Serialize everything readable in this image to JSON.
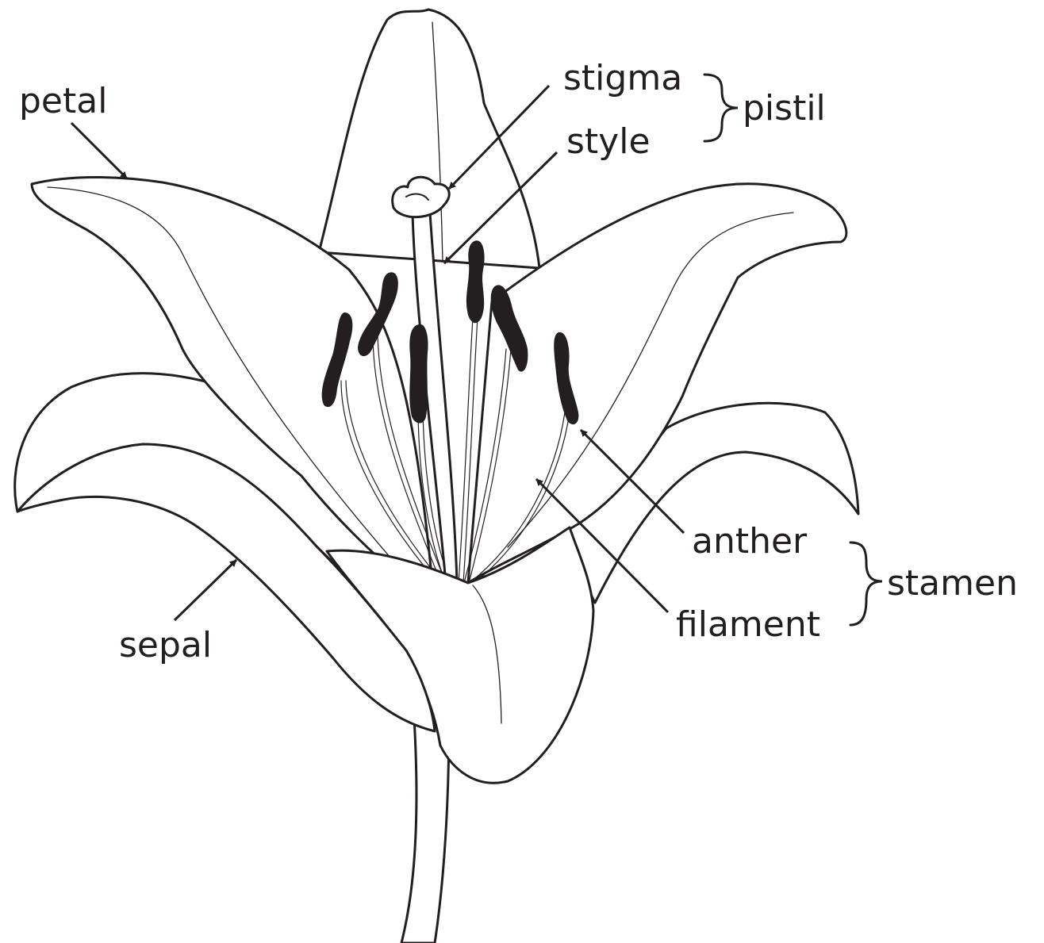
{
  "labels": {
    "petal": "petal",
    "stigma": "stigma",
    "style": "style",
    "pistil": "pistil",
    "anther": "anther",
    "filament": "filament",
    "stamen": "stamen",
    "sepal": "sepal"
  },
  "colors": {
    "ink": "#231f20",
    "fill": "#ffffff",
    "anther_fill": "#231f20"
  }
}
